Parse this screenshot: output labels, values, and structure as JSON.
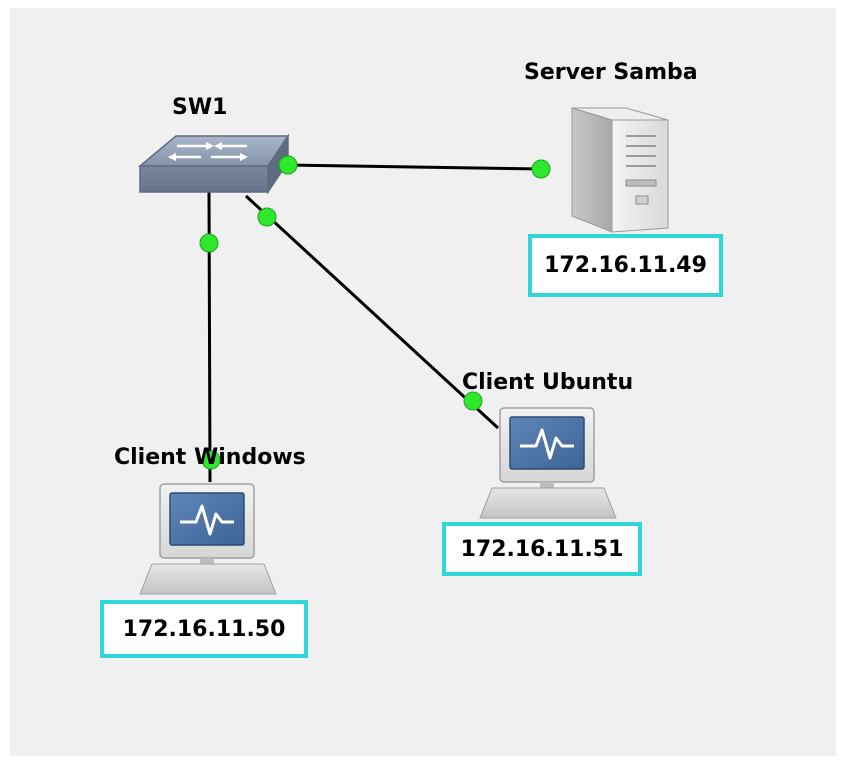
{
  "nodes": {
    "switch": {
      "label": "SW1"
    },
    "server": {
      "label": "Server Samba",
      "ip": "172.16.11.49"
    },
    "client_windows": {
      "label": "Client Windows",
      "ip": "172.16.11.50"
    },
    "client_ubuntu": {
      "label": "Client Ubuntu",
      "ip": "172.16.11.51"
    }
  },
  "links": [
    {
      "from": "SW1",
      "to": "Server Samba",
      "status": "up"
    },
    {
      "from": "SW1",
      "to": "Client Windows",
      "status": "up"
    },
    {
      "from": "SW1",
      "to": "Client Ubuntu",
      "status": "up"
    }
  ],
  "colors": {
    "link": "#000000",
    "port_up": "#2ee82e",
    "ip_border": "#2fd6da",
    "background": "#f0f0f0"
  },
  "icons": {
    "switch": "network-switch-icon",
    "server": "server-tower-icon",
    "client": "desktop-monitor-icon"
  }
}
